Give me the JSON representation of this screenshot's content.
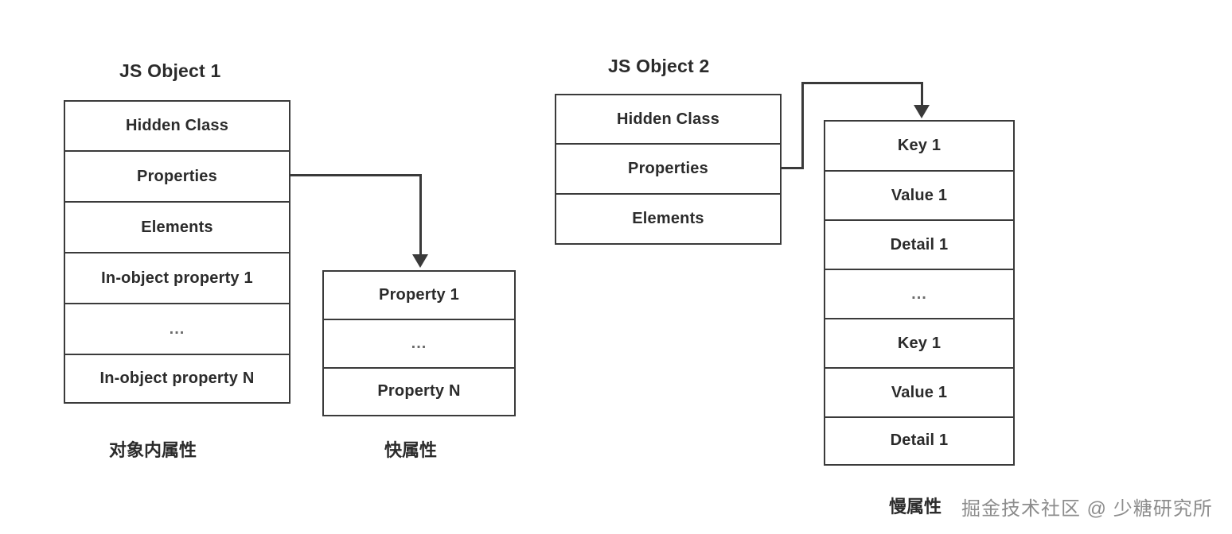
{
  "diagram": {
    "object1": {
      "title": "JS Object 1",
      "rows": [
        "Hidden Class",
        "Properties",
        "Elements",
        "In-object property 1",
        "...",
        "In-object property N"
      ],
      "caption": "对象内属性"
    },
    "fast_properties": {
      "rows": [
        "Property 1",
        "...",
        "Property N"
      ],
      "caption": "快属性"
    },
    "object2": {
      "title": "JS Object 2",
      "rows": [
        "Hidden Class",
        "Properties",
        "Elements"
      ]
    },
    "slow_properties": {
      "rows": [
        "Key 1",
        "Value 1",
        "Detail 1",
        "...",
        "Key 1",
        "Value 1",
        "Detail 1"
      ],
      "caption": "慢属性"
    },
    "watermark": "掘金技术社区 @ 少糖研究所",
    "colors": {
      "stroke": "#3a3a3a",
      "text": "#2b2b2b",
      "muted": "#8c8c8c",
      "background": "#ffffff"
    }
  }
}
